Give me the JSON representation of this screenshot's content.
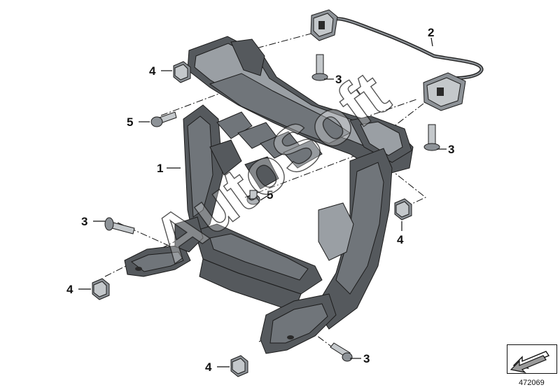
{
  "diagram": {
    "callouts": [
      {
        "id": "c1",
        "label": "1"
      },
      {
        "id": "c2",
        "label": "2"
      },
      {
        "id": "c3a",
        "label": "3"
      },
      {
        "id": "c3b",
        "label": "3"
      },
      {
        "id": "c3c",
        "label": "3"
      },
      {
        "id": "c3d",
        "label": "3"
      },
      {
        "id": "c4a",
        "label": "4"
      },
      {
        "id": "c4b",
        "label": "4"
      },
      {
        "id": "c4c",
        "label": "4"
      },
      {
        "id": "c4d",
        "label": "4"
      },
      {
        "id": "c5a",
        "label": "5"
      },
      {
        "id": "c5b",
        "label": "5"
      }
    ],
    "watermark": "AutoSoft",
    "document_number": "472069"
  }
}
